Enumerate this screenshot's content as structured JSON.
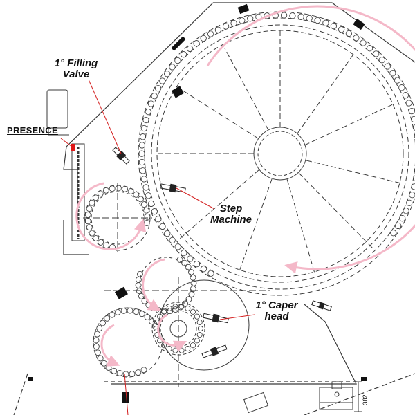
{
  "labels": {
    "presence": "PRESENCE",
    "filling_valve_line1": "1° Filling",
    "filling_valve_line2": "Valve",
    "step_machine_line1": "Step",
    "step_machine_line2": "Machine",
    "caper_head_line1": "1° Caper",
    "caper_head_line2": "head",
    "dimension": "382"
  },
  "colors": {
    "line": "#3a3a3a",
    "flow_arrow": "#f4b8c8",
    "leader": "#d42020",
    "sensor": "#e01818",
    "block": "#111111"
  }
}
